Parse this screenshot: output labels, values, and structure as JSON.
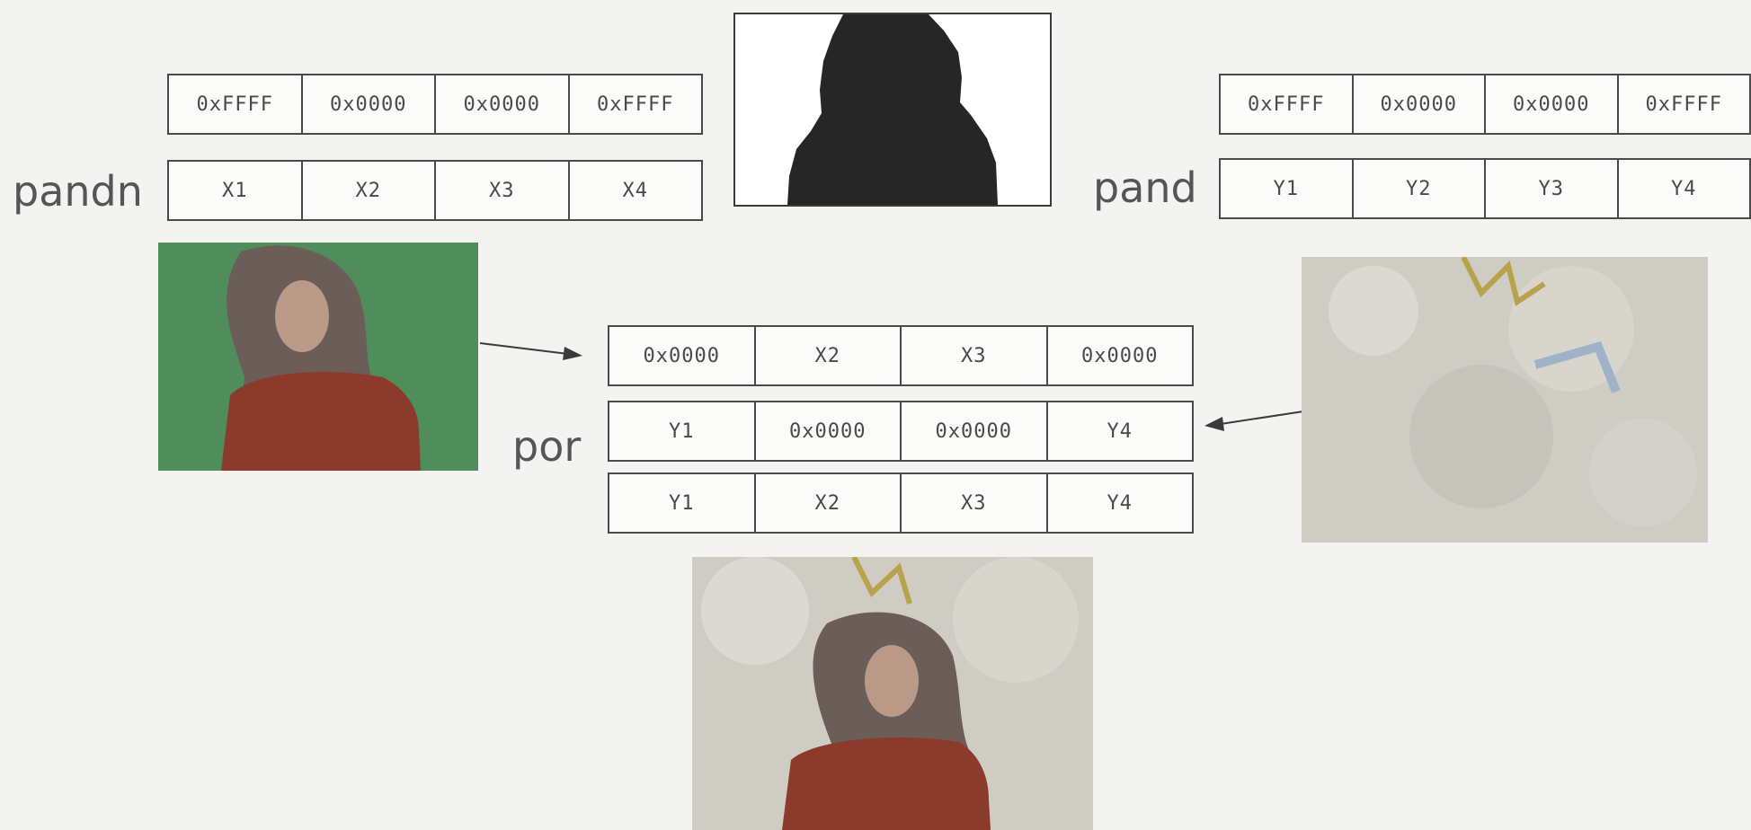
{
  "mask_row_left": [
    "0xFFFF",
    "0x0000",
    "0x0000",
    "0xFFFF"
  ],
  "x_row": [
    "X1",
    "X2",
    "X3",
    "X4"
  ],
  "mask_row_right": [
    "0xFFFF",
    "0x0000",
    "0x0000",
    "0xFFFF"
  ],
  "y_row": [
    "Y1",
    "Y2",
    "Y3",
    "Y4"
  ],
  "pandn_result": [
    "0x0000",
    "X2",
    "X3",
    "0x0000"
  ],
  "pand_result": [
    "Y1",
    "0x0000",
    "0x0000",
    "Y4"
  ],
  "por_result": [
    "Y1",
    "X2",
    "X3",
    "Y4"
  ],
  "ops": {
    "pandn": "pandn",
    "pand": "pand",
    "por": "por"
  },
  "colors": {
    "chroma_green": "#4f8e5a",
    "silhouette": "#262626",
    "coat_red": "#8c3a2c",
    "hair": "#6b5e58",
    "blossom": "#cfccc4"
  },
  "images": {
    "mask": "silhouette-mask",
    "foreground": "woman-on-green-screen",
    "background": "blossom-scene",
    "composite": "woman-composited-on-blossoms"
  }
}
